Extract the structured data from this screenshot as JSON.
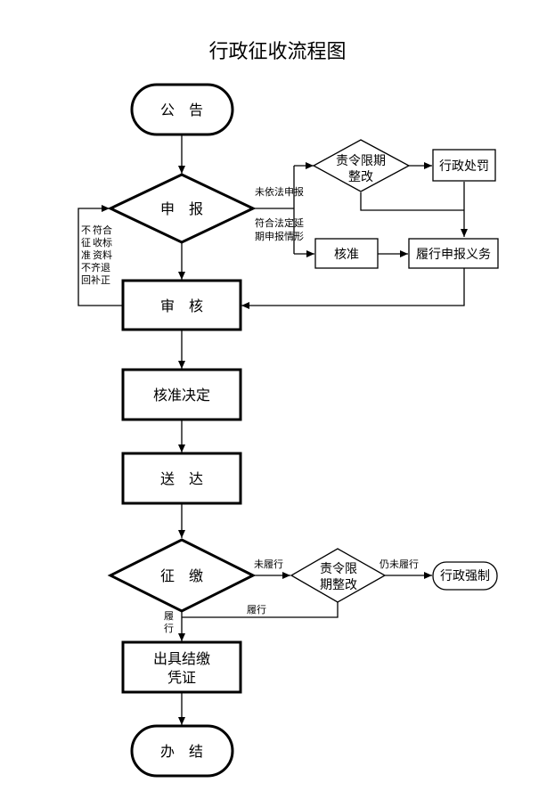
{
  "title": "行政征收流程图",
  "nodes": {
    "announce": "公　告",
    "declare": "申　报",
    "order_fix_top": [
      "责令限期",
      "整改"
    ],
    "admin_penalty": "行政处罚",
    "approve": "核准",
    "fulfill_duty": "履行申报义务",
    "review": "审　核",
    "approval_decision": "核准决定",
    "deliver": "送　达",
    "collect": "征　缴",
    "order_fix_bottom": [
      "责令限",
      "期整改"
    ],
    "enforce": "行政强制",
    "certificate": [
      "出具结缴",
      "凭证"
    ],
    "finish": "办　结"
  },
  "edge_labels": {
    "not_declared": "未依法申报",
    "deferred": [
      "符合法定延",
      "期申报情形"
    ],
    "return_cols": [
      "不",
      "符合",
      "征",
      "收标",
      "准",
      "资料",
      "不齐退",
      "回补正"
    ],
    "not_fulfilled": "未履行",
    "still_not_fulfilled": "仍未履行",
    "fulfilled_right": "履行",
    "fulfilled_down": [
      "履",
      "行"
    ]
  }
}
